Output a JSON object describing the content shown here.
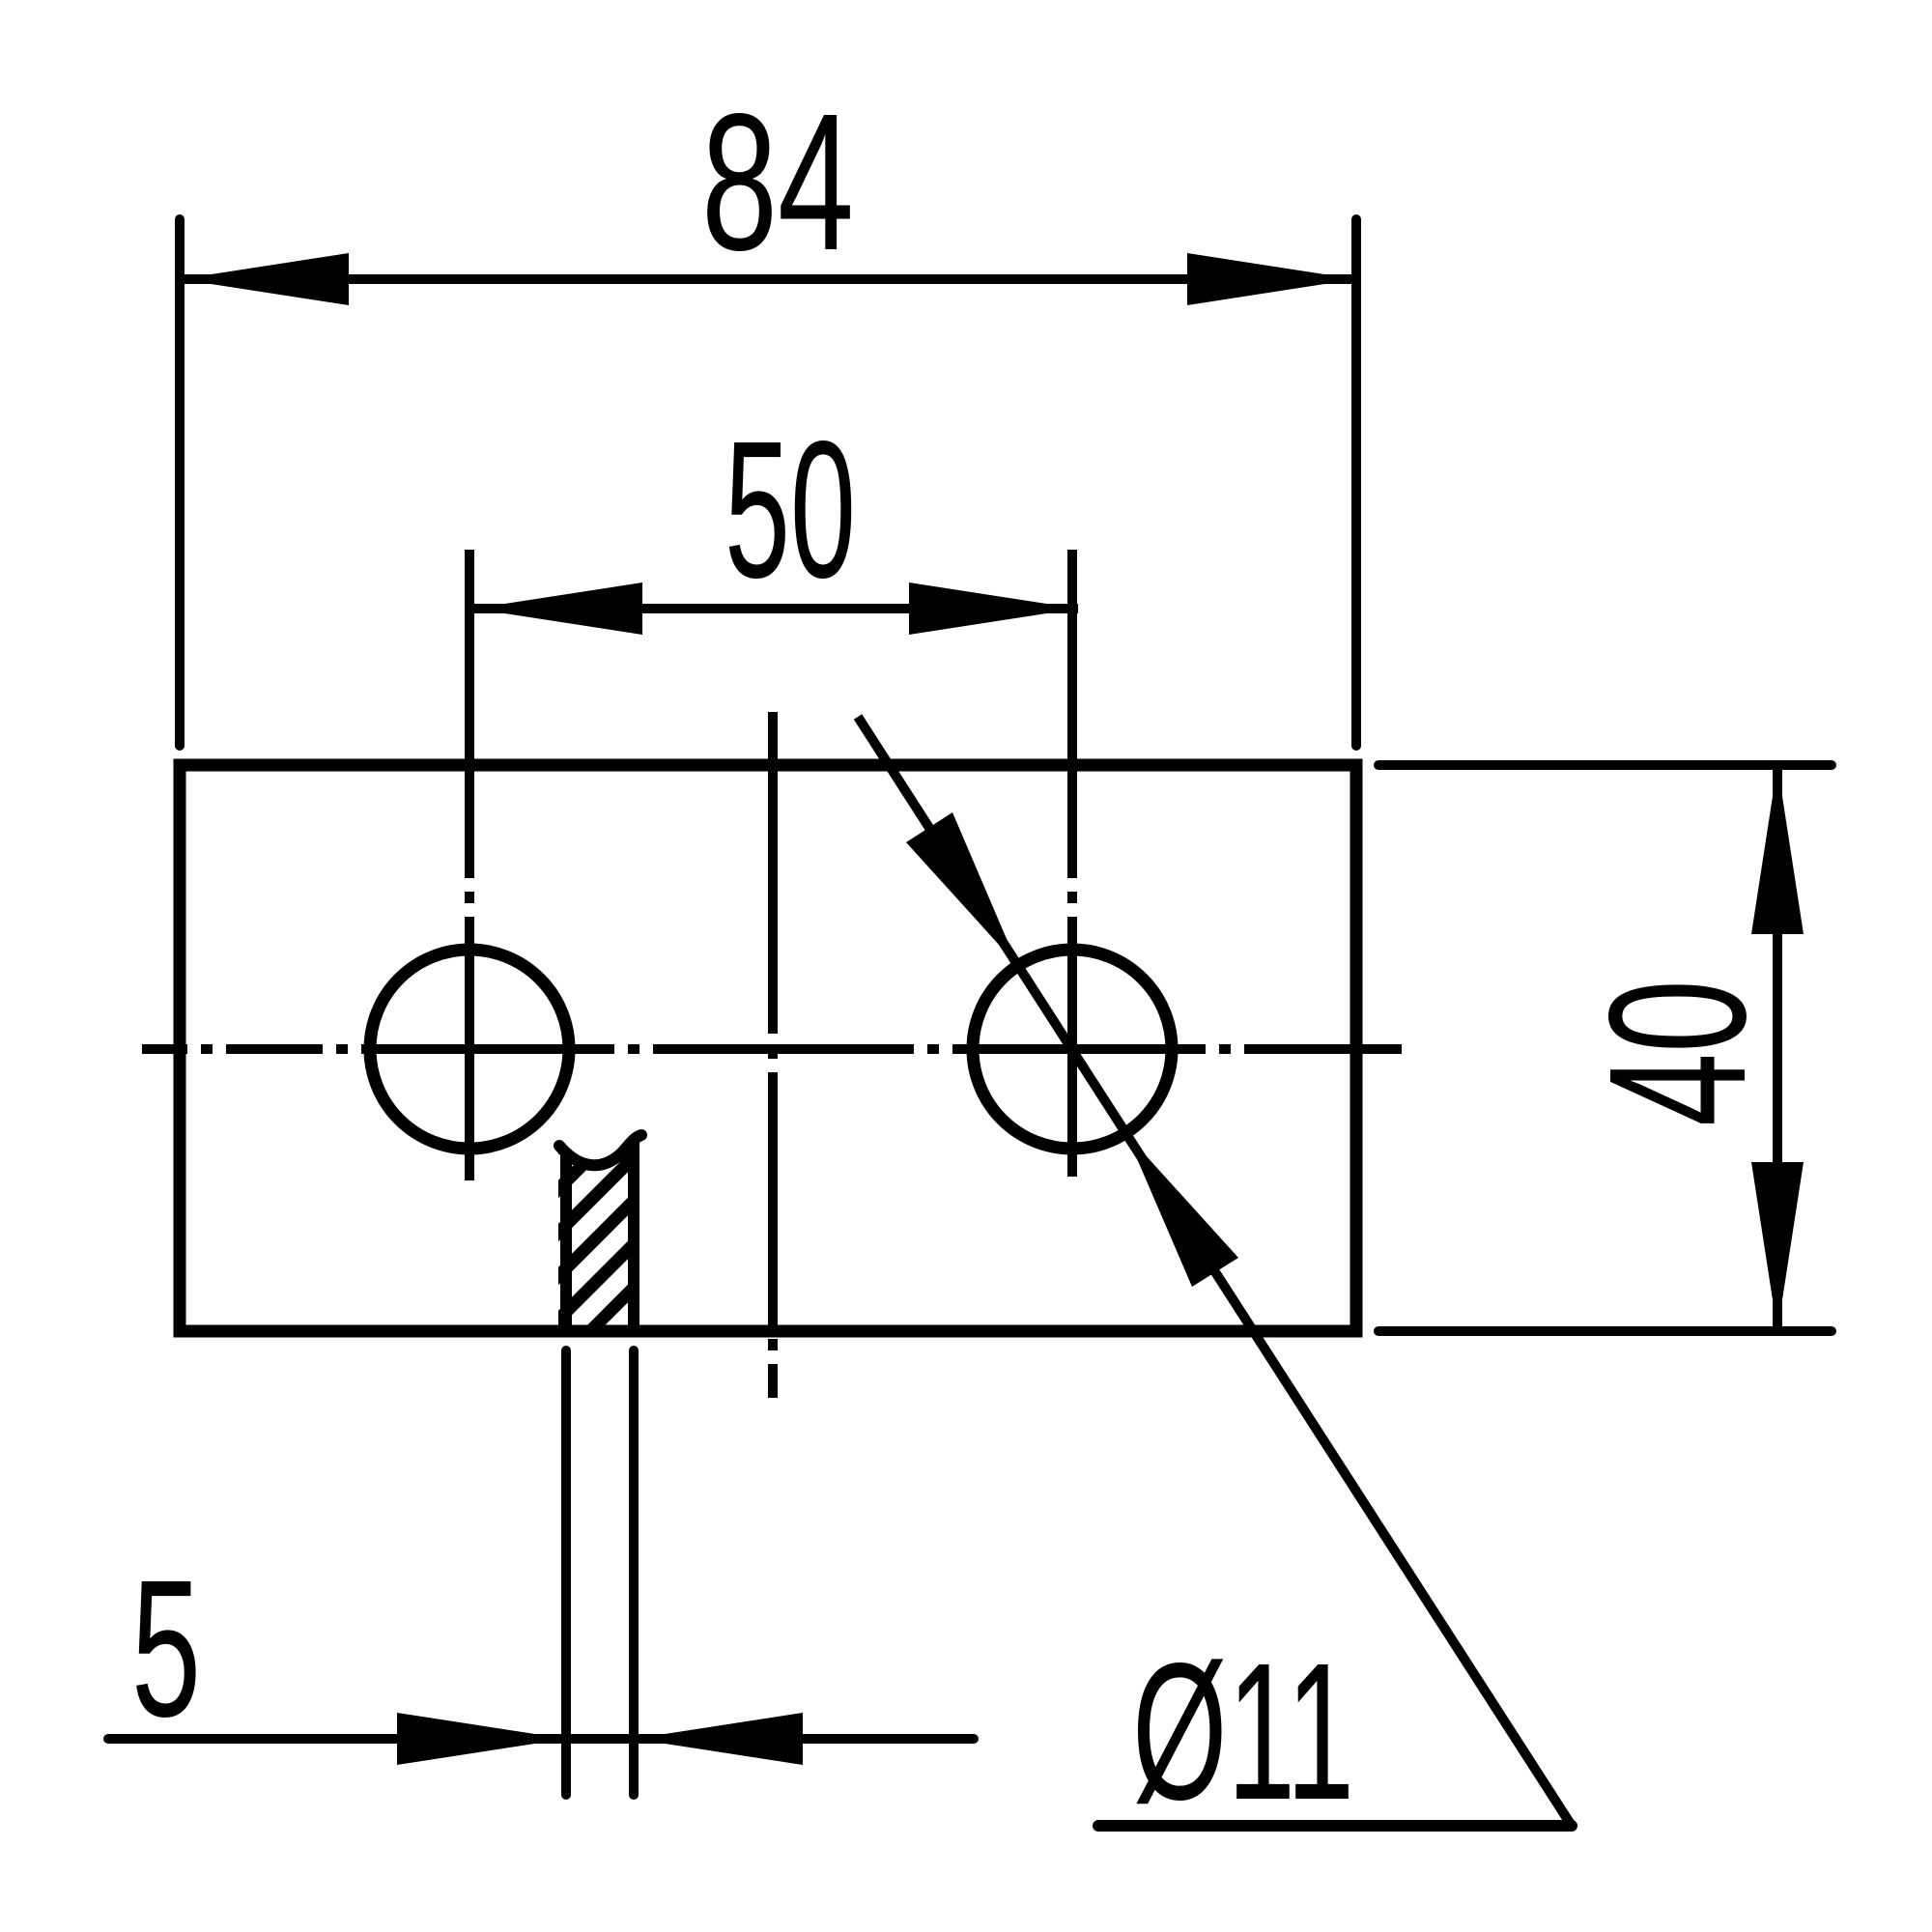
{
  "drawing": {
    "type": "technical-dimension-drawing",
    "background_color": "#ffffff",
    "line_color": "#000000",
    "dimensions": {
      "overall_width": "84",
      "hole_spacing": "50",
      "overall_height": "40",
      "slot_width": "5",
      "hole_diameter": "Ø11"
    }
  }
}
